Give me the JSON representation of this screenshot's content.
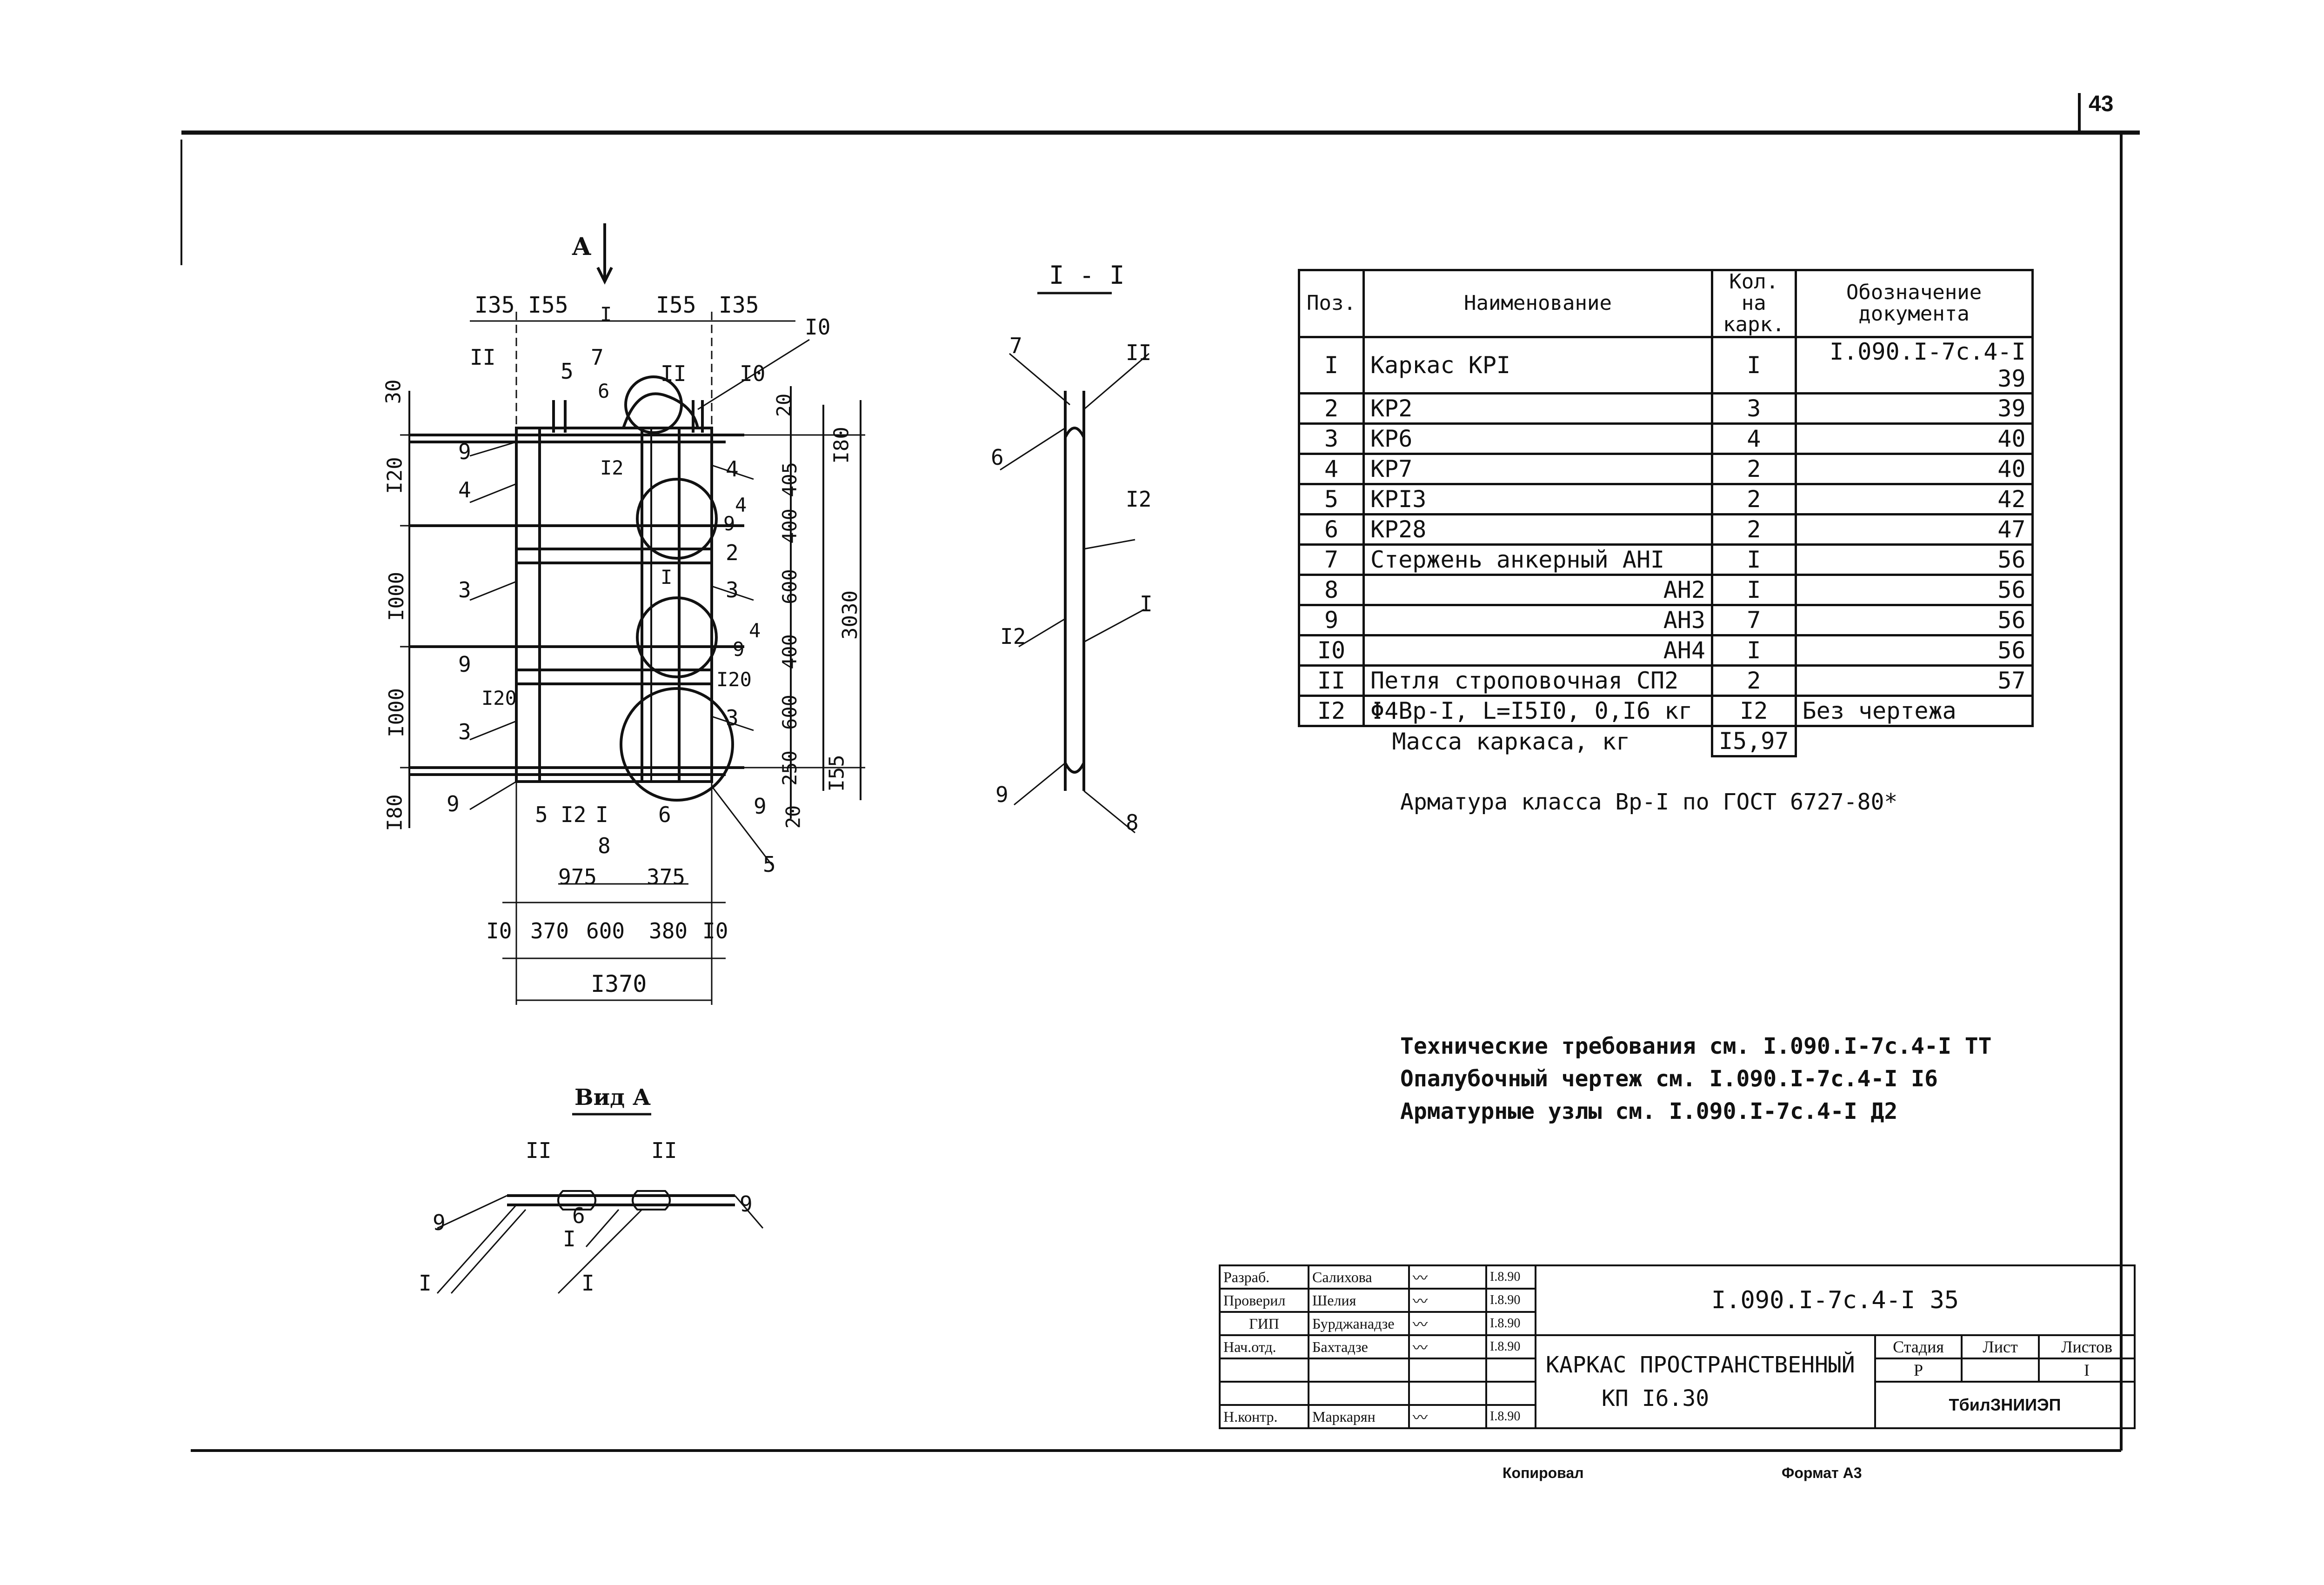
{
  "page_number": "43",
  "arrow_view_label": "A",
  "section_label": "I - I",
  "view_a_title": "Вид А",
  "drawing_dims": {
    "top": [
      "I35",
      "I55",
      "I55",
      "I35"
    ],
    "left": [
      "30",
      "I20",
      "I000",
      "I000",
      "I80"
    ],
    "right_col": [
      "20",
      "405",
      "400",
      "600",
      "400",
      "600",
      "250",
      "20"
    ],
    "right_outer": [
      "I80",
      "3030",
      "I55"
    ],
    "bottom1": [
      "975",
      "375"
    ],
    "bottom2": [
      "I0",
      "370",
      "600",
      "380",
      "I0"
    ],
    "bottom_total": "I370",
    "inner": [
      "I20",
      "I20"
    ]
  },
  "callouts_plan": [
    "II",
    "5",
    "7",
    "II",
    "I0",
    "I0",
    "6",
    "9",
    "4",
    "I2",
    "4",
    "9",
    "4",
    "2",
    "3",
    "I",
    "3",
    "9",
    "4",
    "9",
    "3",
    "3",
    "9",
    "5",
    "I2",
    "I",
    "8",
    "6",
    "9",
    "5",
    "I"
  ],
  "callouts_section": [
    "7",
    "II",
    "6",
    "I2",
    "I2",
    "I",
    "9",
    "8"
  ],
  "callouts_view_a": [
    "II",
    "II",
    "9",
    "9",
    "6",
    "I",
    "I",
    "I"
  ],
  "spec_table": {
    "headers": [
      "Поз.",
      "Наименование",
      "Кол. на карк.",
      "Обозначение документа"
    ],
    "rows": [
      {
        "pos": "I",
        "name": "Каркас КРI",
        "qty": "I",
        "doc": "I.090.I-7c.4-I 39"
      },
      {
        "pos": "2",
        "name": "КР2",
        "qty": "3",
        "doc": "39"
      },
      {
        "pos": "3",
        "name": "КР6",
        "qty": "4",
        "doc": "40"
      },
      {
        "pos": "4",
        "name": "КР7",
        "qty": "2",
        "doc": "40"
      },
      {
        "pos": "5",
        "name": "КРI3",
        "qty": "2",
        "doc": "42"
      },
      {
        "pos": "6",
        "name": "КР28",
        "qty": "2",
        "doc": "47"
      },
      {
        "pos": "7",
        "name": "Стержень анкерный  АНI",
        "qty": "I",
        "doc": "56"
      },
      {
        "pos": "8",
        "name": "АН2",
        "qty": "I",
        "doc": "56"
      },
      {
        "pos": "9",
        "name": "АН3",
        "qty": "7",
        "doc": "56"
      },
      {
        "pos": "I0",
        "name": "АН4",
        "qty": "I",
        "doc": "56"
      },
      {
        "pos": "II",
        "name": "Петля строповочная СП2",
        "qty": "2",
        "doc": "57"
      },
      {
        "pos": "I2",
        "name": "Φ4Bp-I, L=I5I0, 0,I6 кг",
        "qty": "I2",
        "doc": "Без чертежа"
      }
    ],
    "mass_label": "Масса каркаса, кг",
    "mass_value": "I5,97"
  },
  "note_rebar": "Арматура класса Вр-I по ГОСТ 6727-80*",
  "notes": [
    "Технические требования см. I.090.I-7c.4-I ТТ",
    "Опалубочный чертеж см. I.090.I-7c.4-I I6",
    "Арматурные узлы см. I.090.I-7c.4-I Д2"
  ],
  "title_block": {
    "roles": [
      "Разраб.",
      "Проверил",
      "ГИП",
      "Нач.отд.",
      "",
      "",
      "Н.контр."
    ],
    "names": [
      "Салихова",
      "Шелия",
      "Бурджанадзе",
      "Бахтадзе",
      "",
      "",
      "Маркарян"
    ],
    "dates": [
      "I.8.90",
      "I.8.90",
      "I.8.90",
      "I.8.90",
      "",
      "",
      "I.8.90"
    ],
    "doc_code": "I.090.I-7c.4-I 35",
    "title_line1": "КАРКАС ПРОСТРАНСТВЕННЫЙ",
    "title_line2": "КП I6.30",
    "stage_header": "Стадия",
    "sheet_header": "Лист",
    "sheets_header": "Листов",
    "stage_value": "Р",
    "sheet_value": "",
    "sheets_value": "I",
    "org": "ТбилЗНИИЭП"
  },
  "footer_copied": "Копировал",
  "footer_format": "Формат А3"
}
